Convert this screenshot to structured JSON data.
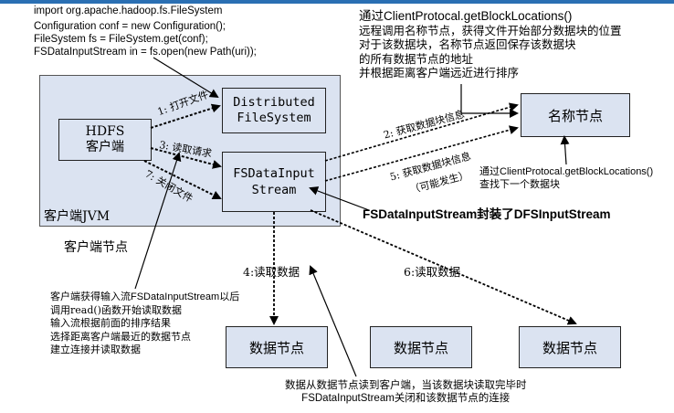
{
  "code": {
    "line1": "import org.apache.hadoop.fs.FileSystem",
    "line2": "Configuration conf = new Configuration();",
    "line3": "FileSystem fs = FileSystem.get(conf);",
    "line4": "FSDataInputStream in = fs.open(new Path(uri));"
  },
  "note_top_right": {
    "line1": "通过ClientProtocal.getBlockLocations()",
    "line2": "远程调用名称节点，获得文件开始部分数据块的位置",
    "line3": "对于该数据块，名称节点返回保存该数据块",
    "line4": "的所有数据节点的地址",
    "line5": "并根据距离客户端远近进行排序"
  },
  "boxes": {
    "hdfs_client": [
      "HDFS",
      "客户端"
    ],
    "distributed_fs": [
      "Distributed",
      "FileSystem"
    ],
    "fsdis": [
      "FSDataInput",
      "Stream"
    ],
    "namenode": "名称节点",
    "datanode1": "数据节点",
    "datanode2": "数据节点",
    "datanode3": "数据节点"
  },
  "labels": {
    "jvm": "客户端JVM",
    "client_node": "客户端节点",
    "step1": "1: 打开文件",
    "step2": "2: 获取数据块信息",
    "step3": "3: 读取请求",
    "step5a": "5: 获取数据块信息",
    "step5b": "（可能发生）",
    "step7": "7: 关闭文件",
    "step4": "4:读取数据",
    "step6": "6:读取数据"
  },
  "note_mid_right": {
    "line1": "通过ClientProtocal.getBlockLocations()",
    "line2": "查找下一个数据块"
  },
  "note_wrap": "FSDataInputStream封装了DFSInputStream",
  "note_bottom_left": {
    "line1": "客户端获得输入流FSDataInputStream以后",
    "line2": "调用read()函数开始读取数据",
    "line3": "输入流根据前面的排序结果",
    "line4": "选择距离客户端最近的数据节点",
    "line5": "建立连接并读取数据"
  },
  "note_bottom": {
    "line1": "数据从数据节点读到客户端，当该数据块读取完毕时",
    "line2": "FSDataInputStream关闭和该数据节点的连接"
  }
}
